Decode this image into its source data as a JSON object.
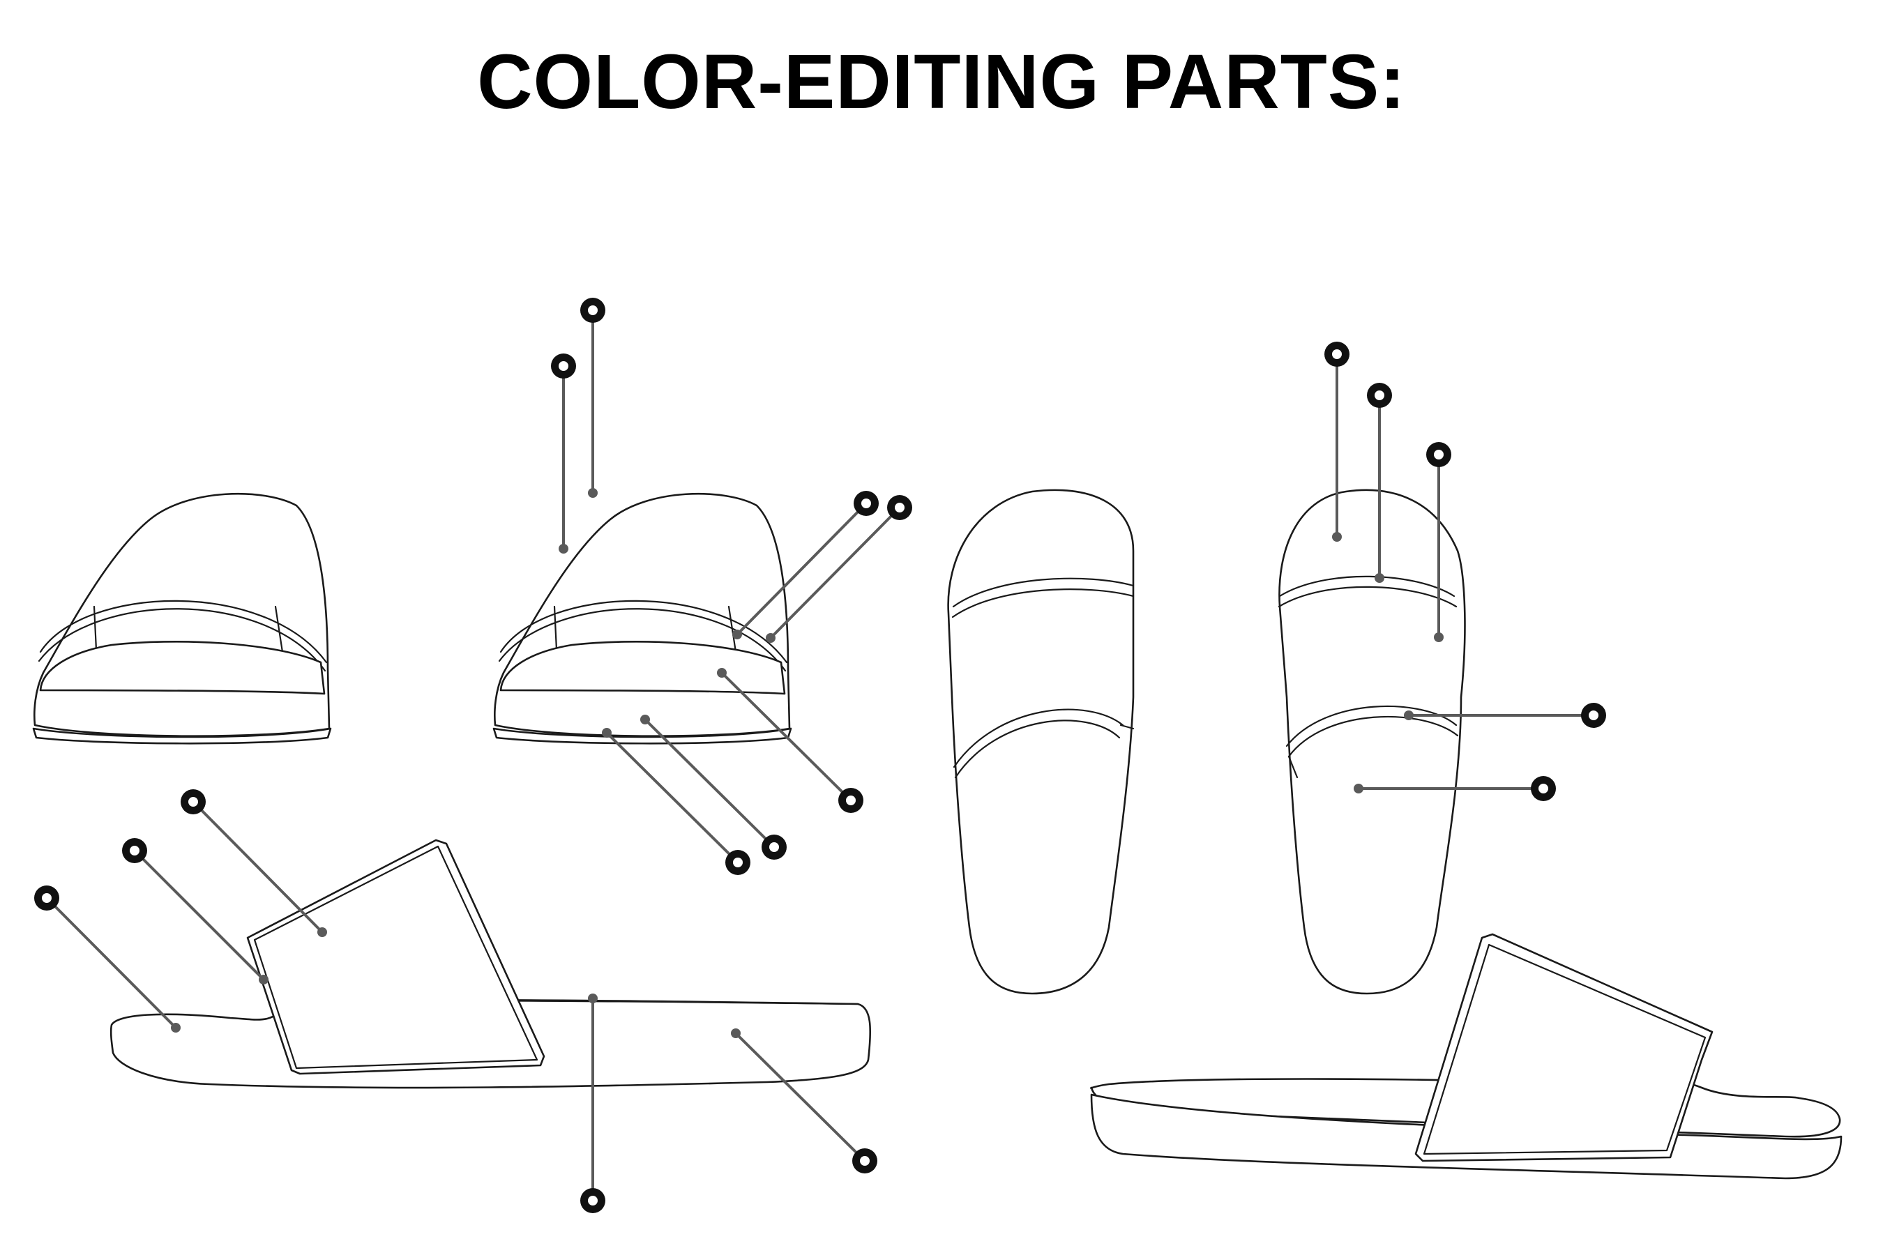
{
  "title": "COLOR-EDITING PARTS:",
  "icons": {
    "callout_marker": "ring-marker-icon",
    "anchor": "dot-icon"
  },
  "colors": {
    "ink": "#000000",
    "leader": "#5a5a5a",
    "marker": "#111111",
    "background": "#ffffff"
  },
  "views": [
    "front-view-plain",
    "front-view-callouts",
    "top-view-plain",
    "top-view-callouts",
    "side-view-callouts",
    "side-view-plain"
  ]
}
